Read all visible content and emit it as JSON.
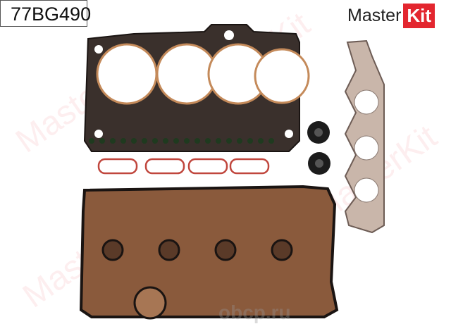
{
  "product": {
    "part_number": "77BG490",
    "brand_logo": "MasterKit",
    "brand_prefix": "Master",
    "brand_suffix": "Kit",
    "watermark_text": "MasterKit",
    "site_watermark": "obcp.ru"
  },
  "colors": {
    "brand_red": "#e3262f",
    "gasket_dark": "#2b2320",
    "cover_gasket": "#8a5a3c",
    "seal_red": "#c0463d",
    "manifold": "#c9b6aa"
  }
}
